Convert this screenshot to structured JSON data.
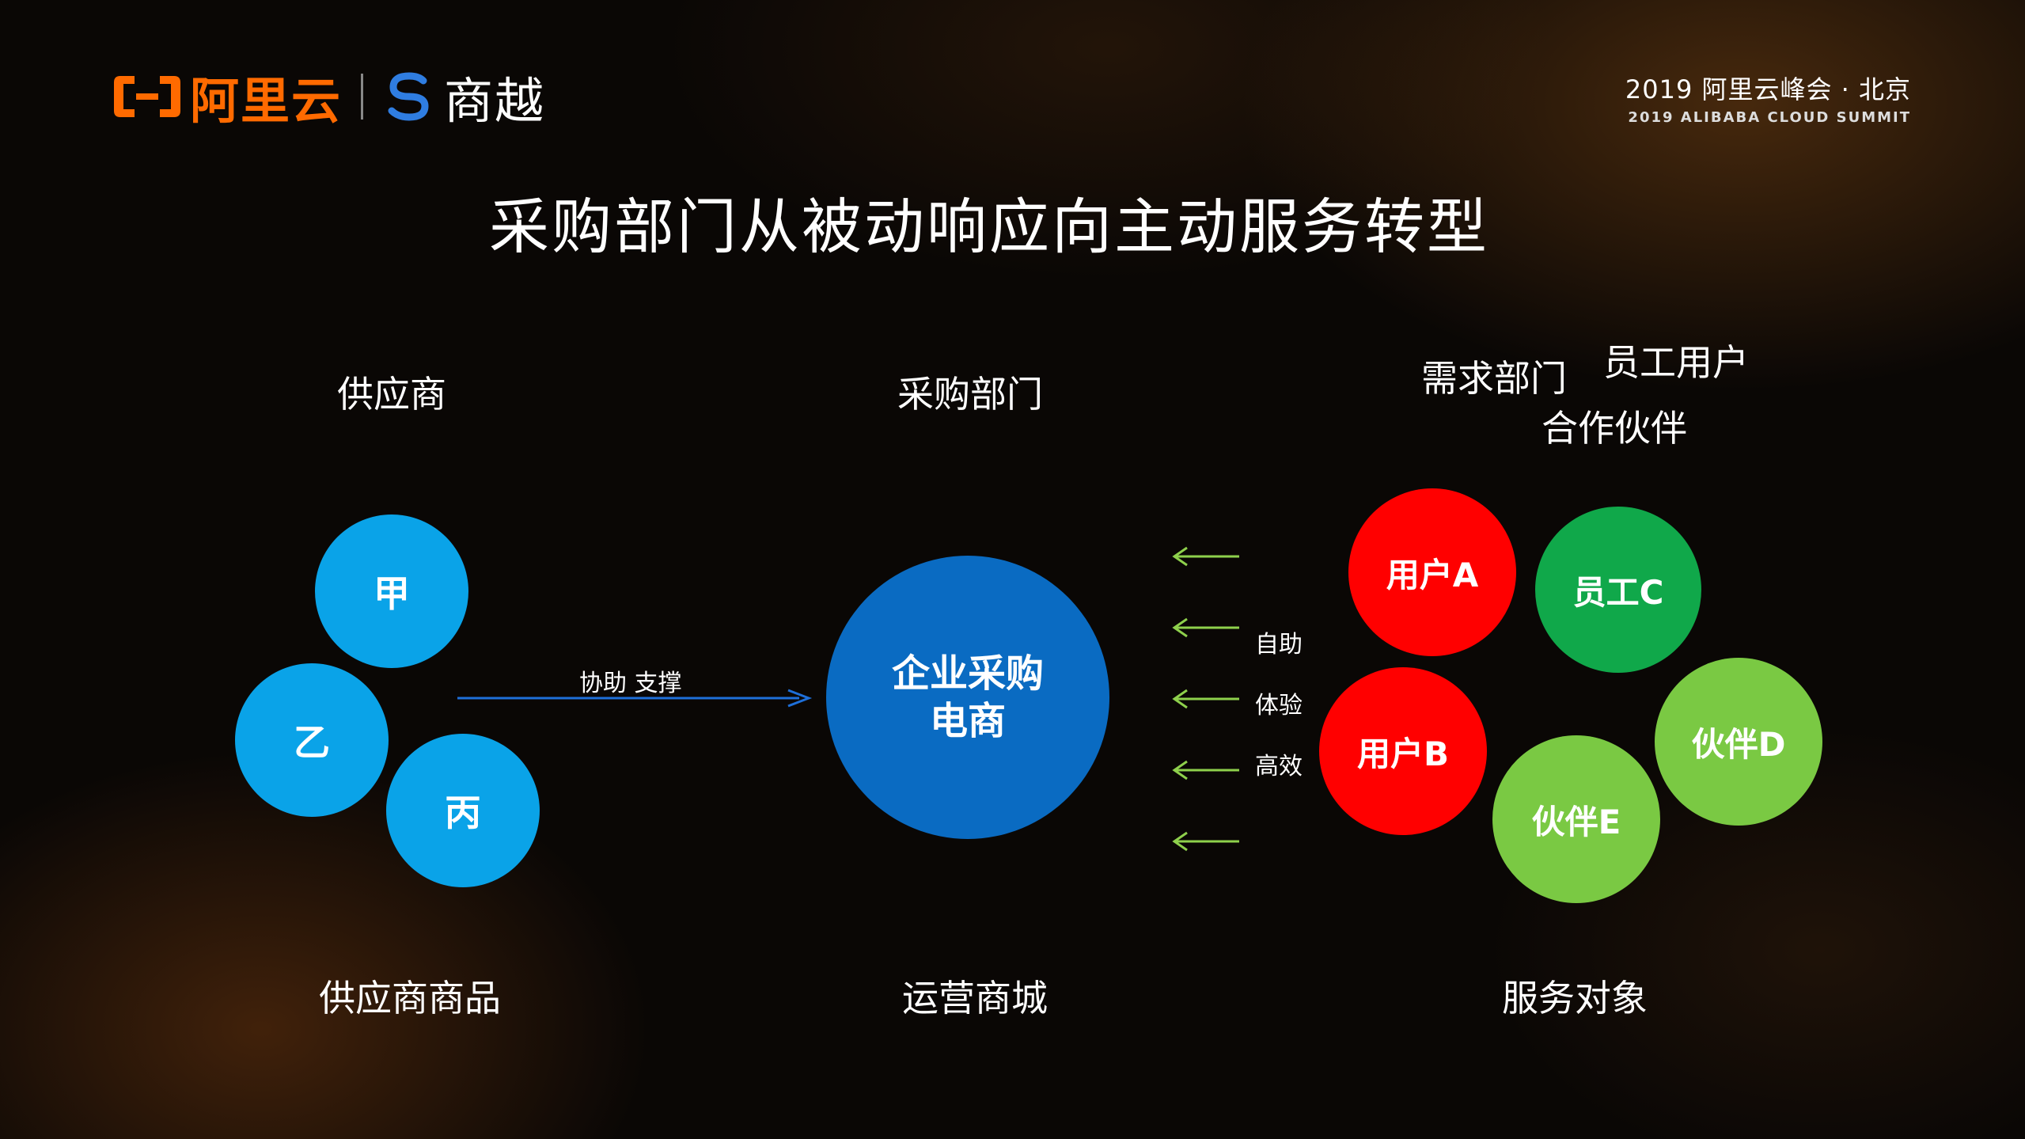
{
  "header": {
    "brand_aliyun": "阿里云",
    "brand_shangyue": "商越",
    "summit_line1": "2019 阿里云峰会 · 北京",
    "summit_line2": "2019 ALIBABA CLOUD SUMMIT"
  },
  "title": "采购部门从被动响应向主动服务转型",
  "columns": {
    "left_top": "供应商",
    "center_top": "采购部门",
    "right_top_a": "需求部门",
    "right_top_b": "员工用户",
    "right_top_c": "合作伙伴",
    "left_bottom": "供应商商品",
    "center_bottom": "运营商城",
    "right_bottom": "服务对象"
  },
  "suppliers": [
    "甲",
    "乙",
    "丙"
  ],
  "core": {
    "line1": "企业采购",
    "line2": "电商"
  },
  "support_label": "协助  支撑",
  "side_labels": [
    "自助",
    "体验",
    "高效"
  ],
  "service_nodes": {
    "user_a": "用户A",
    "user_b": "用户B",
    "staff_c": "员工C",
    "partner_d": "伙伴D",
    "partner_e": "伙伴E"
  },
  "colors": {
    "supplier": "#0aa3e8",
    "core": "#0a6bc2",
    "user": "#ff0000",
    "staff": "#10a84a",
    "partner": "#7ac943",
    "left_arrow": "#8ed04c",
    "support_arrow": "#1e6fd9",
    "brand_orange": "#ff6a00"
  }
}
